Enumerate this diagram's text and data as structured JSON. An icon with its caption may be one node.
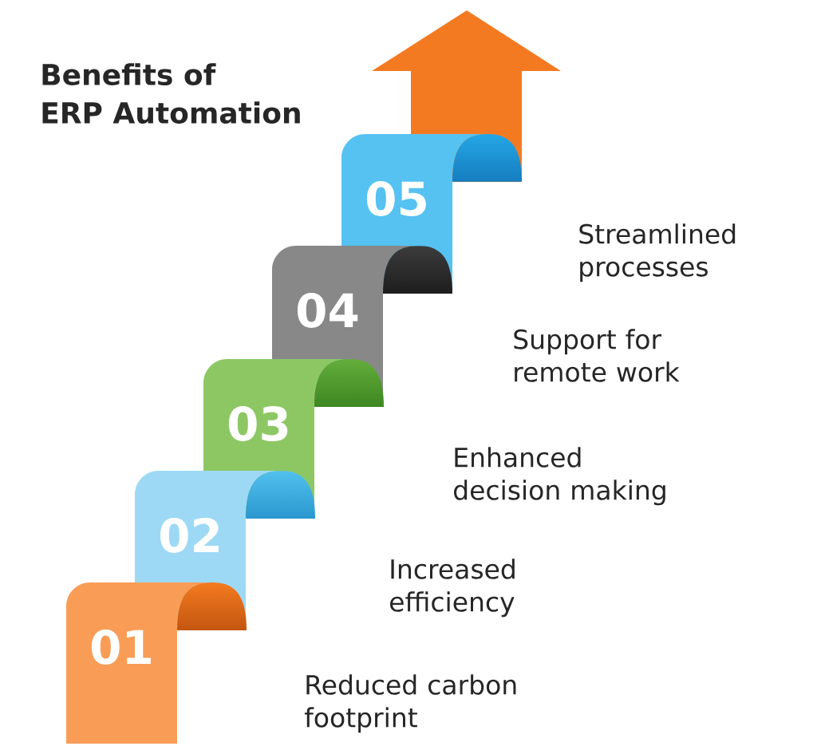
{
  "diagram": {
    "title": "Benefits of ERP Automation",
    "nodes": [
      {
        "text": [
          "01"
        ],
        "beside": [
          "Reduced carbon footprint"
        ]
      },
      {
        "text": [
          "02"
        ],
        "beside": [
          "Increased efficiency"
        ]
      },
      {
        "text": [
          "03"
        ],
        "beside": [
          "Enhanced decision making"
        ]
      },
      {
        "text": [
          "04"
        ],
        "beside": [
          "Support for remote work"
        ]
      },
      {
        "text": [
          "05"
        ],
        "beside": [
          "Streamlined processes"
        ]
      }
    ]
  }
}
